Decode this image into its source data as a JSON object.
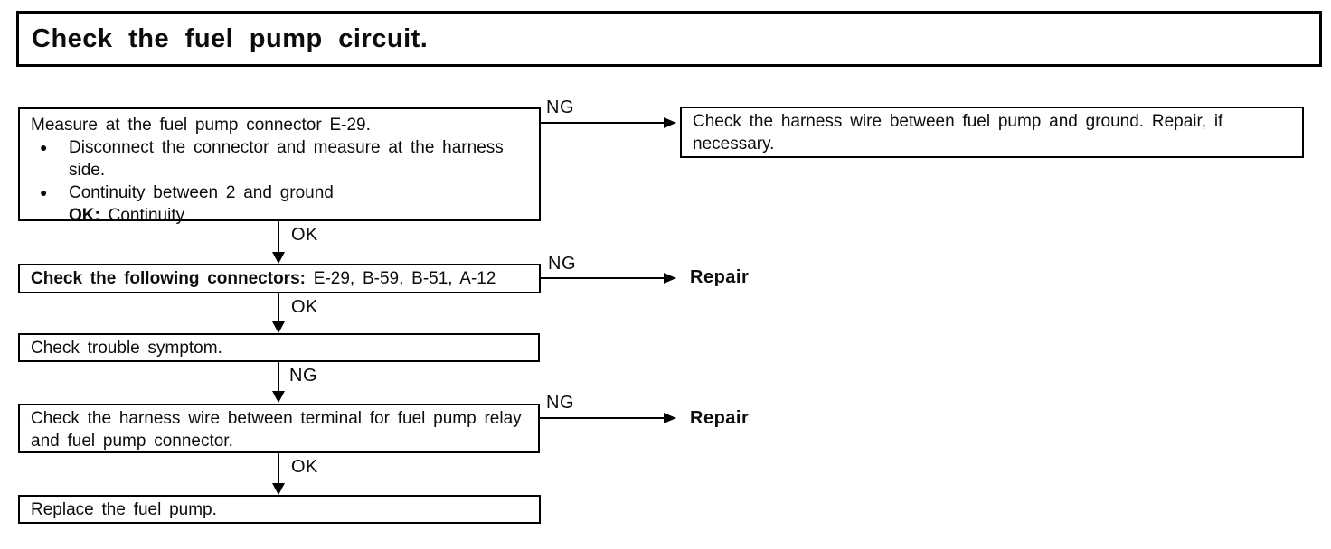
{
  "header": {
    "title": "Check the fuel pump circuit."
  },
  "flow": {
    "branch_labels": {
      "ok": "OK",
      "ng": "NG"
    },
    "repair_action": "Repair",
    "step1": {
      "title": "Measure at the fuel pump connector E-29.",
      "bullets": [
        "Disconnect the connector and measure at the harness side.",
        "Continuity between 2 and ground"
      ],
      "ok_prefix": "OK:",
      "ok_result": "Continuity"
    },
    "step1_ng_action": "Check the harness wire between fuel pump and ground. Repair, if necessary.",
    "step2": {
      "label_bold": "Check the following connectors:",
      "connectors": "E-29, B-59, B-51, A-12"
    },
    "step3": "Check trouble symptom.",
    "step4": "Check the harness wire between terminal for fuel pump relay and fuel pump connector.",
    "step5": "Replace the fuel pump."
  }
}
